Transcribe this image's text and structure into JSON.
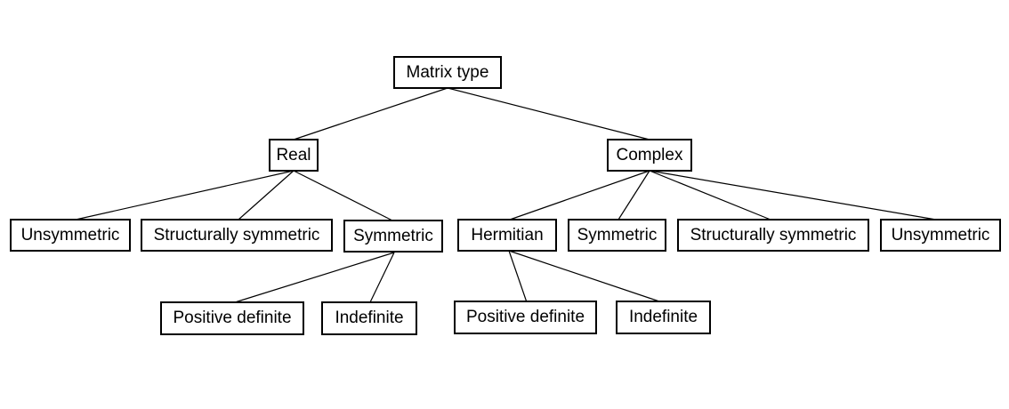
{
  "tree": {
    "root": "Matrix type",
    "real": {
      "label": "Real",
      "unsymmetric": "Unsymmetric",
      "structurally_symmetric": "Structurally symmetric",
      "symmetric": "Symmetric",
      "positive_definite": "Positive definite",
      "indefinite": "Indefinite"
    },
    "complex": {
      "label": "Complex",
      "hermitian": "Hermitian",
      "symmetric": "Symmetric",
      "structurally_symmetric": "Structurally symmetric",
      "unsymmetric": "Unsymmetric",
      "positive_definite": "Positive definite",
      "indefinite": "Indefinite"
    }
  }
}
